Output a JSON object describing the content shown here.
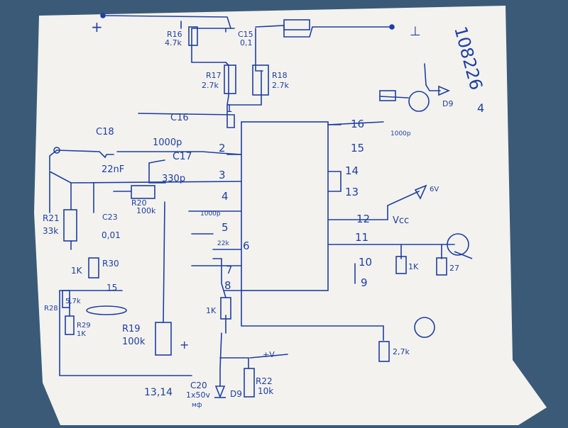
{
  "colors": {
    "ink": "#1e3fa3",
    "paper": "#f3f2ee",
    "background": "#3a5a78"
  },
  "corner_note": {
    "line1": "108226",
    "line2": "4"
  },
  "supply": {
    "plus1": "+",
    "plus2": "+",
    "minus": "⊥",
    "vcc": "Vcc",
    "vcc_top": "+V"
  },
  "components": {
    "r16": {
      "name": "R16",
      "value": "4.7k"
    },
    "c15": {
      "name": "C15",
      "value": "0,1"
    },
    "r17": {
      "name": "R17",
      "value": "2.7k"
    },
    "r18": {
      "name": "R18",
      "value": "2.7k"
    },
    "c16": {
      "name": "C16",
      "value": "1000p"
    },
    "c18": {
      "name": "C18",
      "value": "22nF"
    },
    "c17": {
      "name": "C17",
      "value": "330p"
    },
    "r20": {
      "name": "R20",
      "value": "100k"
    },
    "r21": {
      "name": "R21",
      "value": "33k"
    },
    "c23": {
      "name": "C23",
      "value": "0,01"
    },
    "r30": {
      "name": "R30",
      "value": "1K"
    },
    "r28": {
      "name": "R28",
      "value": "5,7k"
    },
    "r29": {
      "name": "R29",
      "value": "1K"
    },
    "r19": {
      "name": "R19",
      "value": "100k"
    },
    "c20": {
      "name": "C20",
      "value": "1x50v"
    },
    "c20_unit": "мф",
    "d9_bottom": {
      "name": "D9"
    },
    "r22": {
      "name": "R22",
      "value": "10k"
    },
    "c_pin5": {
      "value": "1000p"
    },
    "c_pin6": {
      "value": "22k"
    },
    "r_pin8": {
      "value": "1K"
    },
    "c_pin16": {
      "value": "1000p"
    },
    "r_out1": {
      "value": "1K"
    },
    "r_out2": {
      "value": "27"
    },
    "r_out3": {
      "value": "2,7k"
    },
    "d9_top": {
      "name": "D9"
    },
    "zener": {
      "value": "6V"
    }
  },
  "pins": [
    "1",
    "2",
    "3",
    "4",
    "5",
    "6",
    "7",
    "8",
    "9",
    "10",
    "11",
    "12",
    "13",
    "14",
    "15",
    "16"
  ],
  "nodes": {
    "n15": "15",
    "n1314": "13,14"
  }
}
